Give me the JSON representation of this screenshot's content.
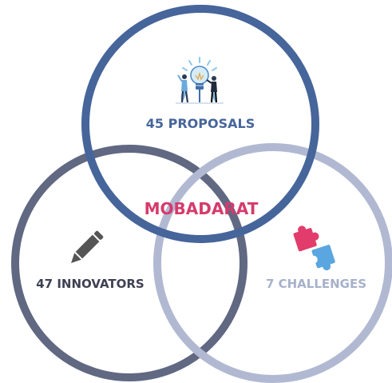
{
  "diagram": {
    "center_label": "MOBADARAT",
    "circles": [
      {
        "id": "proposals",
        "label": "45 PROPOSALS",
        "count": 45,
        "icon": "innovation-lightbulb-icon",
        "ring_color": "#46659a",
        "label_color": "#46659a"
      },
      {
        "id": "innovators",
        "label": "47 INNOVATORS",
        "count": 47,
        "icon": "pencil-icon",
        "ring_color": "#606882",
        "label_color": "#3e4153"
      },
      {
        "id": "challenges",
        "label": "7 CHALLENGES",
        "count": 7,
        "icon": "puzzle-icon",
        "ring_color": "#b1b9d2",
        "label_color": "#a7b1cb"
      }
    ],
    "colors": {
      "center_label": "#d63a6c",
      "puzzle_pink": "#e23c6c",
      "puzzle_blue": "#5aa6e0",
      "pencil": "#555555"
    }
  }
}
